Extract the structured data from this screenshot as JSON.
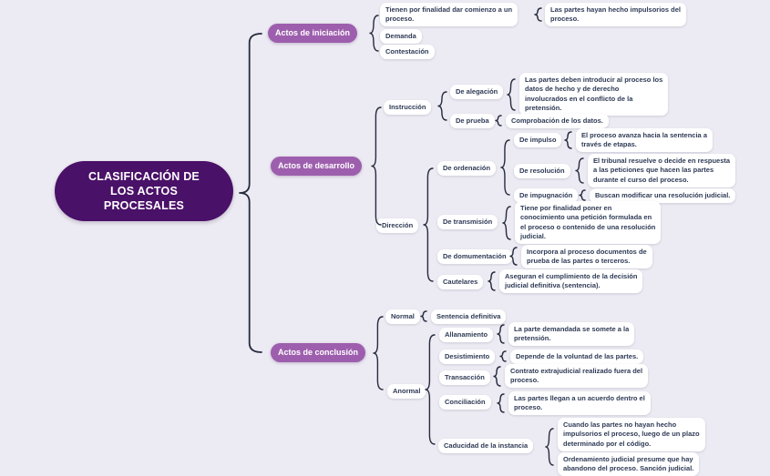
{
  "theme": {
    "background": "#ECEAF2",
    "root_fill": "#4A1168",
    "branch_fill": "#9D5FAD",
    "card_fill": "#FFFFFF",
    "text_color": "#2E3A55",
    "brace_color": "#262B3E"
  },
  "root": {
    "title": "CLASIFICACIÓN DE\nLOS ACTOS\nPROCESALES"
  },
  "branches": [
    {
      "label": "Actos de iniciación",
      "children": [
        {
          "text": "Tienen por finalidad dar comienzo a un\nproceso.",
          "children": [
            {
              "text": "Las partes hayan hecho impulsorios del\nproceso."
            }
          ]
        },
        {
          "text": "Demanda"
        },
        {
          "text": "Contestación"
        }
      ]
    },
    {
      "label": "Actos de desarrollo",
      "children": [
        {
          "text": "Instrucción",
          "children": [
            {
              "text": "De alegación",
              "children": [
                {
                  "text": "Las partes deben introducir al proceso los\ndatos de hecho y de derecho\ninvolucrados en el conflicto de la\npretensión."
                }
              ]
            },
            {
              "text": "De prueba",
              "children": [
                {
                  "text": "Comprobación de los datos."
                }
              ]
            }
          ]
        },
        {
          "text": "Dirección",
          "children": [
            {
              "text": "De ordenación",
              "children": [
                {
                  "text": "De impulso",
                  "children": [
                    {
                      "text": "El proceso avanza hacia la sentencia a\ntravés de etapas."
                    }
                  ]
                },
                {
                  "text": "De resolución",
                  "children": [
                    {
                      "text": "El tribunal resuelve o decide en respuesta\na las peticiones que hacen las partes\ndurante el curso del proceso."
                    }
                  ]
                },
                {
                  "text": "De impugnación",
                  "children": [
                    {
                      "text": "Buscan modificar una resolución judicial."
                    }
                  ]
                }
              ]
            },
            {
              "text": "De transmisión",
              "children": [
                {
                  "text": "Tiene por finalidad poner en\nconocimiento una petición formulada en\nel proceso o contenido de una resolución\njudicial."
                }
              ]
            },
            {
              "text": "De domumentación",
              "children": [
                {
                  "text": "Incorpora al proceso documentos de\nprueba de las partes o terceros."
                }
              ]
            },
            {
              "text": "Cautelares",
              "children": [
                {
                  "text": "Aseguran el cumplimiento de la decisión\njudicial definitiva (sentencia)."
                }
              ]
            }
          ]
        }
      ]
    },
    {
      "label": "Actos de conclusión",
      "children": [
        {
          "text": "Normal",
          "children": [
            {
              "text": "Sentencia definitiva"
            }
          ]
        },
        {
          "text": "Anormal",
          "children": [
            {
              "text": "Allanamiento",
              "children": [
                {
                  "text": "La parte demandada se somete a la\npretensión."
                }
              ]
            },
            {
              "text": "Desistimiento",
              "children": [
                {
                  "text": "Depende de la voluntad de las partes."
                }
              ]
            },
            {
              "text": "Transacción",
              "children": [
                {
                  "text": "Contrato extrajudicial realizado fuera del\nproceso."
                }
              ]
            },
            {
              "text": "Conciliación",
              "children": [
                {
                  "text": "Las partes llegan a un acuerdo dentro el\nproceso."
                }
              ]
            },
            {
              "text": "Caducidad de la instancia",
              "children": [
                {
                  "text": "Cuando las partes no hayan hecho\nimpulsorios el proceso, luego de un plazo\ndeterminado por el código."
                },
                {
                  "text": "Ordenamiento judicial presume que hay\nabandono del proceso. Sanción judicial."
                }
              ]
            }
          ]
        }
      ]
    }
  ]
}
